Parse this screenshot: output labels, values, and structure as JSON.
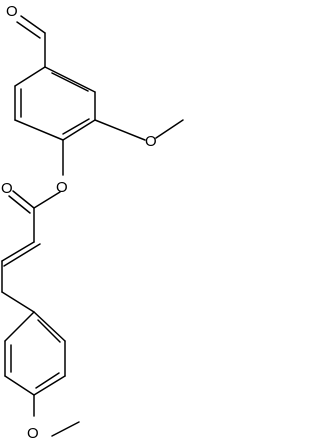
{
  "molecule": {
    "atoms": [
      {
        "id": "O_aldehyde",
        "symbol": "O"
      },
      {
        "id": "O_methoxy_top",
        "symbol": "O"
      },
      {
        "id": "O_ester_ether",
        "symbol": "O"
      },
      {
        "id": "O_ester_carbonyl",
        "symbol": "O"
      },
      {
        "id": "O_methoxy_bottom",
        "symbol": "O"
      }
    ]
  },
  "colors": {
    "bond": "#000000",
    "background": "#ffffff"
  }
}
